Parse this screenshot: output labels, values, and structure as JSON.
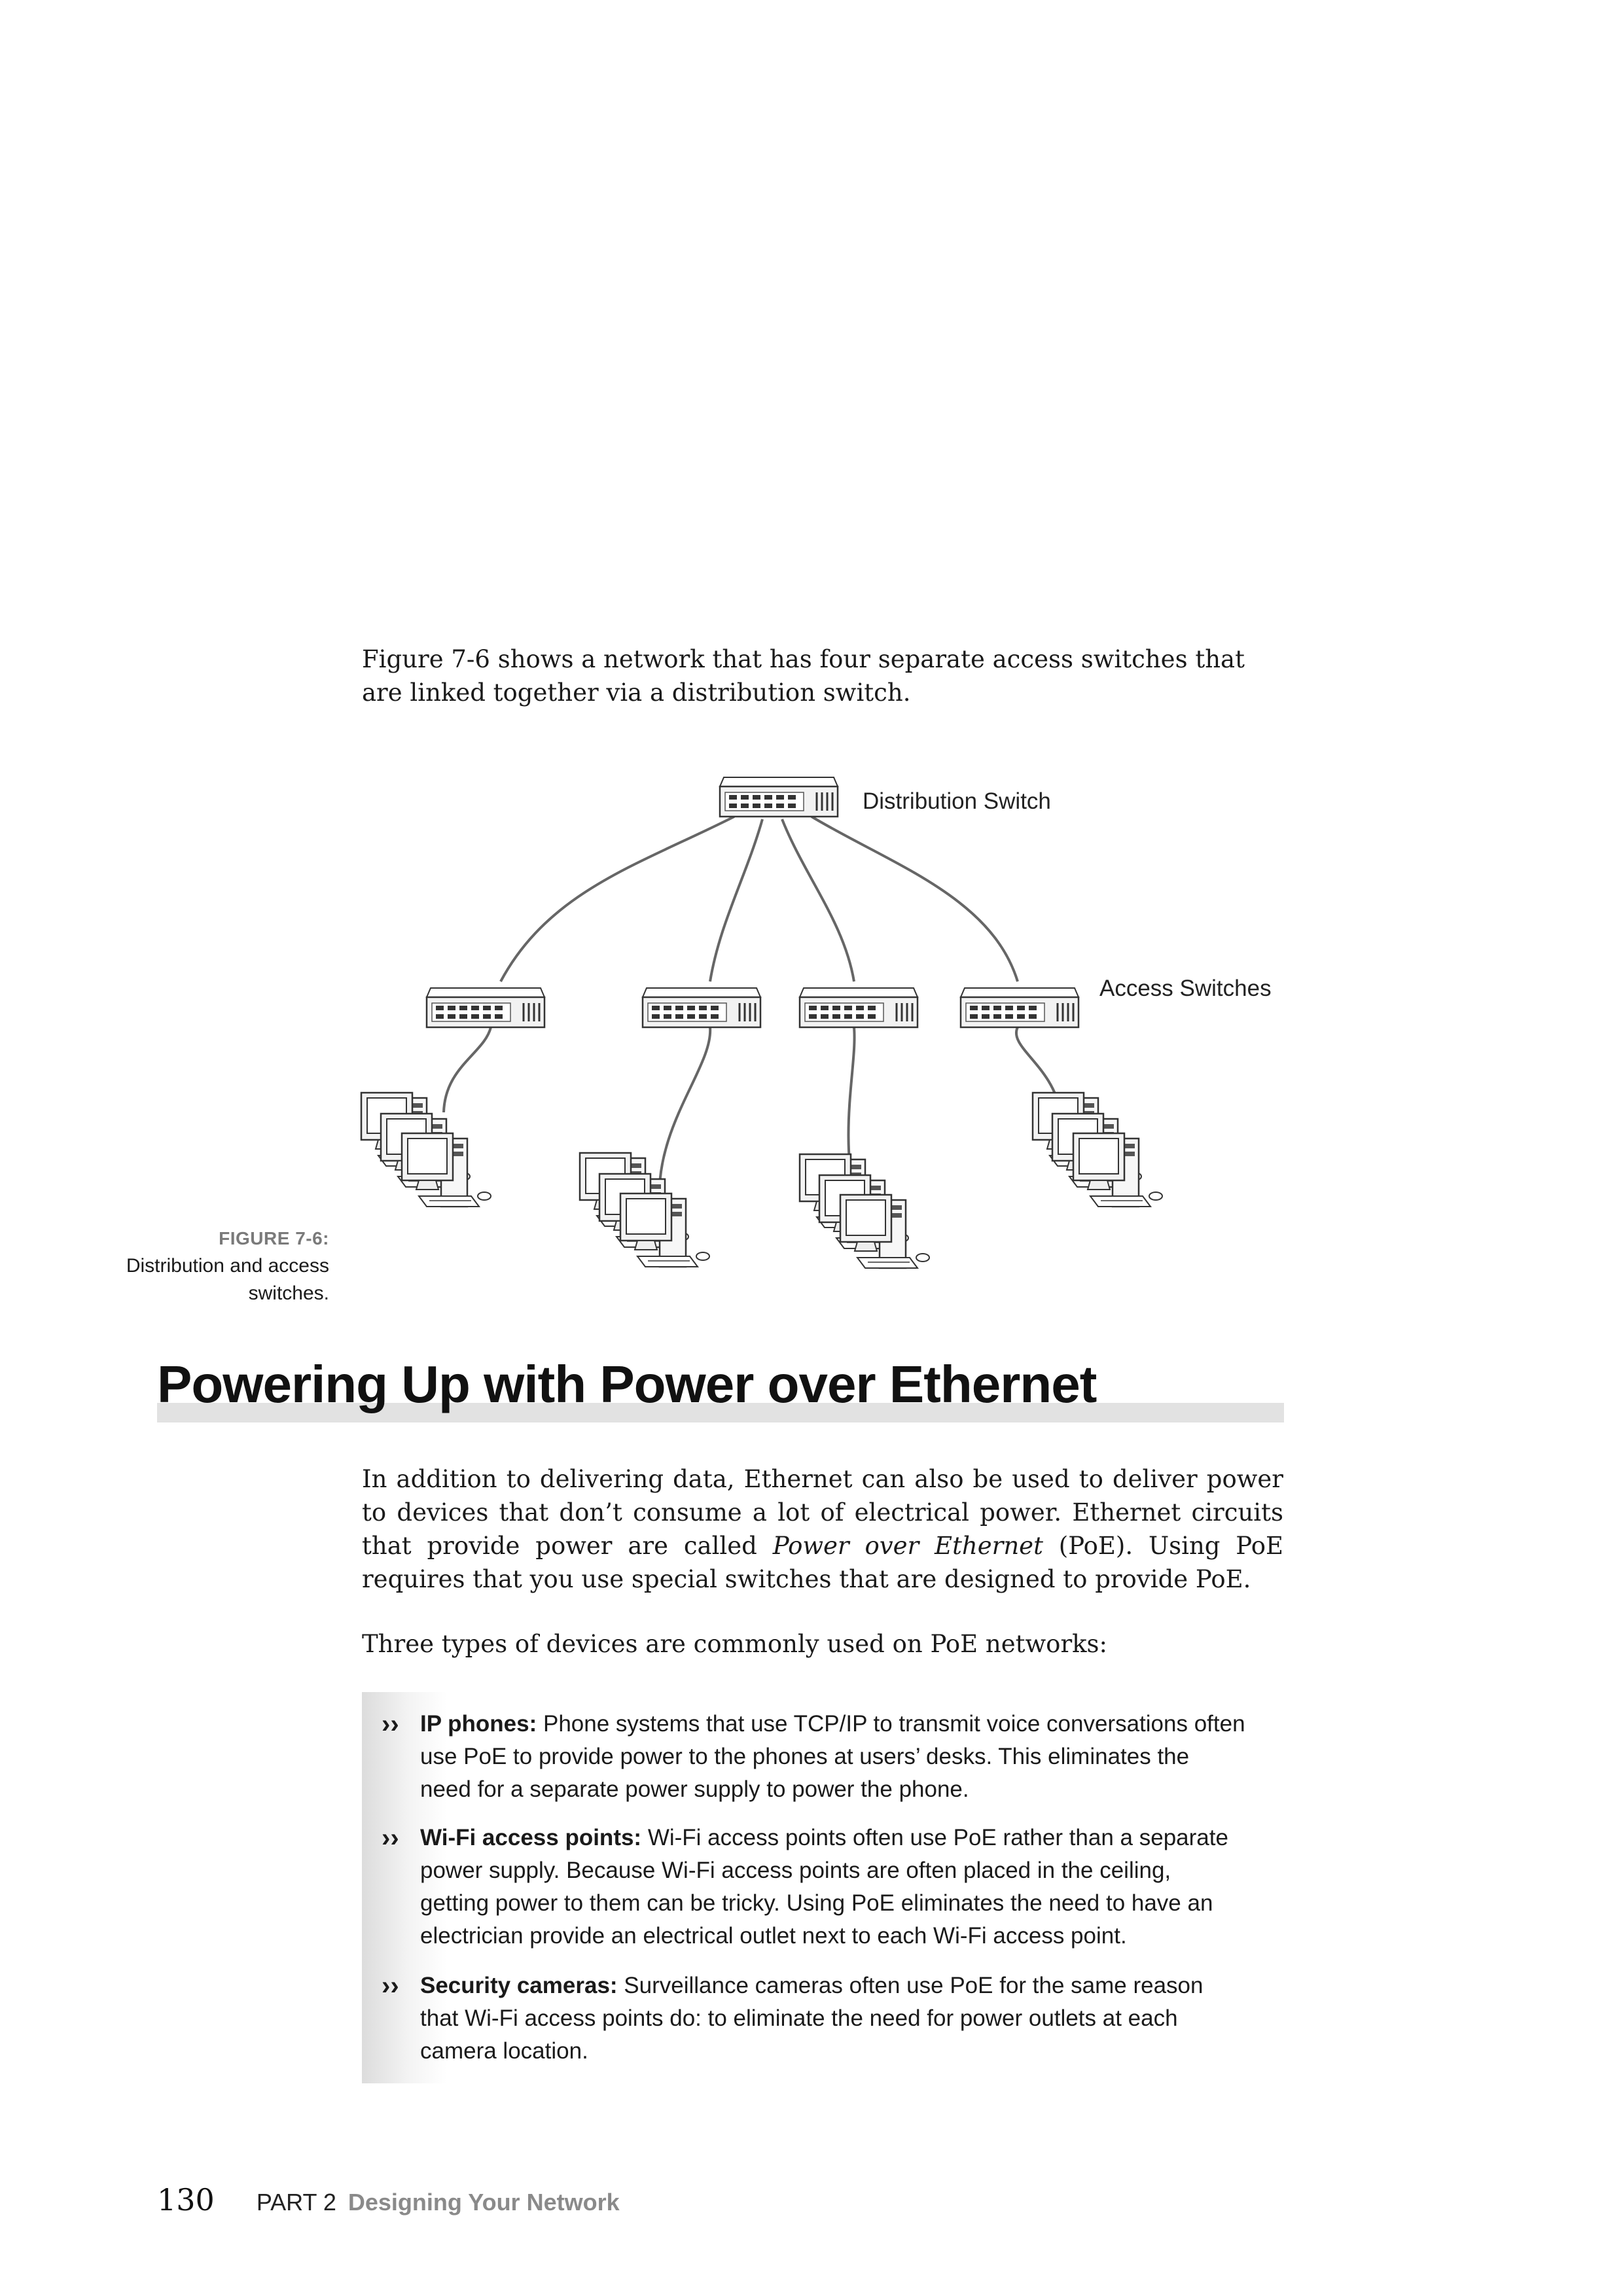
{
  "intro_paragraph": "Figure 7-6 shows a network that has four separate access switches that are linked together via a distribution switch.",
  "figure": {
    "distribution_label": "Distribution Switch",
    "access_label": "Access Switches",
    "caption_label": "FIGURE 7-6:",
    "caption_text": "Distribution and access switches."
  },
  "section": {
    "heading": "Powering Up with Power over Ethernet",
    "para_poe": {
      "before": "In addition to delivering data, Ethernet can also be used to deliver power to devices that don’t consume a lot of electrical power. Ethernet circuits that provide power are called ",
      "term": "Power over Ethernet",
      "after": " (PoE). Using PoE requires that you use special switches that are designed to provide PoE."
    },
    "para_types": "Three types of devices are commonly used on PoE networks:",
    "bullet_mark": "››",
    "bullets": [
      {
        "term": "IP phones:",
        "text": " Phone systems that use TCP/IP to transmit voice conversations often use PoE to provide power to the phones at users’ desks. This eliminates the need for a separate power supply to power the phone."
      },
      {
        "term": "Wi-Fi access points:",
        "text": " Wi-Fi access points often use PoE rather than a separate power supply. Because Wi-Fi access points are often placed in the ceiling, getting power to them can be tricky. Using PoE eliminates the need to have an electrician provide an electrical outlet next to each Wi-Fi access point."
      },
      {
        "term": "Security cameras:",
        "text": " Surveillance cameras often use PoE for the same reason that Wi-Fi access points do: to eliminate the need for power outlets at each camera location."
      }
    ]
  },
  "footer": {
    "page_number": "130",
    "part": "PART 2",
    "chapter": "Designing Your Network"
  }
}
